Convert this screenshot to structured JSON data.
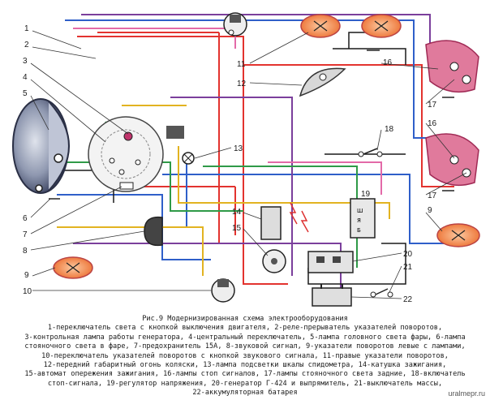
{
  "figure": {
    "numbers": [
      "1",
      "2",
      "3",
      "4",
      "5",
      "6",
      "7",
      "8",
      "9",
      "10",
      "11",
      "12",
      "13",
      "14",
      "15",
      "16",
      "17",
      "18",
      "19",
      "20",
      "21",
      "22"
    ],
    "regulator_labels": [
      "Ш",
      "Я",
      "Б"
    ]
  },
  "caption": {
    "title": "Рис.9 Модернизированная схема электрооборудования",
    "lines": [
      "1-переключатель света с кнопкой выключения двигателя, 2-реле-прерыватель указателей поворотов,",
      "3-контрольная лампа работы генератора, 4-центральный переключатель, 5-лампа головного света фары, 6-лампа",
      "стояночного света в фаре, 7-предохранитель 15А, 8-звуковой сигнал, 9-указатели поворотов левые с лампами,",
      "10-переключатель указателей поворотов с кнопкой звукового сигнала, 11-правые указатели поворотов,",
      "12-передний габаритный огонь коляски, 13-лампа подсветки шкалы спидометра, 14-катушка зажигания,",
      "15-автомат опережения зажигания, 16-лампы стоп сигналов, 17-лампы стояночного света задние, 18-включатель",
      "стоп-сигнала, 19-регулятор напряжения, 20-генератор Г-424 и выпрямитель, 21-выключатель массы,",
      "22-аккумуляторная батарея"
    ]
  },
  "watermark": "uralmepr.ru",
  "colors": {
    "red": "#e3332f",
    "blue": "#2f5fc9",
    "green": "#2f9a48",
    "yellow": "#e2b321",
    "purple": "#7b3f9c",
    "pink": "#e36aa8",
    "black": "#1a1a1a",
    "orange": "#f07c36",
    "magenta": "#d13d7c"
  }
}
